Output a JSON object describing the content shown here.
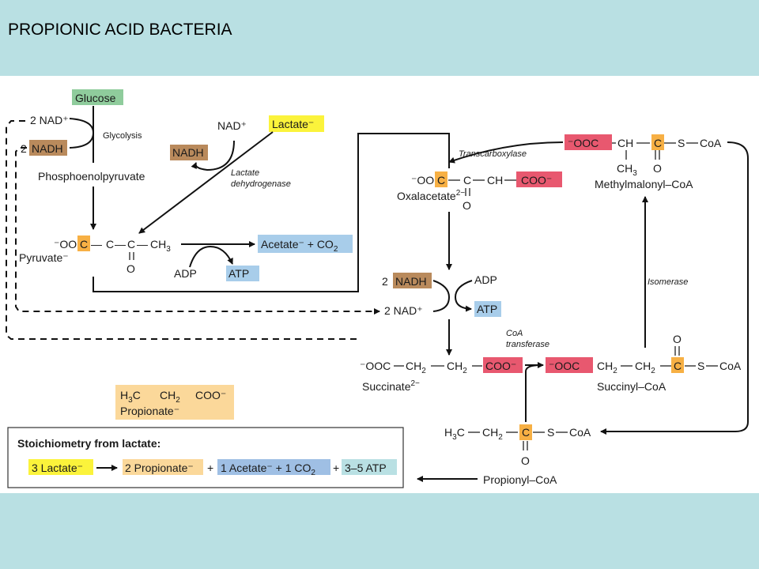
{
  "title": "PROPIONIC ACID BACTERIA",
  "glucose": "Glucose",
  "glycolysis": "Glycolysis",
  "nad_2": "2 NAD⁺",
  "nadh_2_num": "2",
  "nadh": "NADH",
  "pep": "Phosphoenolpyruvate",
  "nad_plus": "NAD⁺",
  "lactate": "Lactate⁻",
  "ldh_1": "Lactate",
  "ldh_2": "dehydrogenase",
  "pyruvate": {
    "ooc": "⁻OO",
    "c": "C",
    "dash1": "—",
    "c2": "C",
    "dash2": "—",
    "c3": "C",
    "dash3": "—",
    "ch3": "CH",
    "sub3": "3",
    "dbl": "||",
    "o": "O",
    "name": "Pyruvate⁻"
  },
  "acetate_co2": "Acetate⁻ + CO",
  "sub2": "2",
  "adp": "ADP",
  "atp": "ATP",
  "transcarboxylase": "Transcarboxylase",
  "oxalacetate": {
    "ooc": "⁻OO",
    "c": "C",
    "c2": "C",
    "ch": "CH",
    "coo": "COO⁻",
    "o": "O",
    "name": "Oxalacetate",
    "sup": "2−"
  },
  "methylmalonyl": {
    "ooc": "⁻OOC",
    "ch": "CH",
    "c": "C",
    "s": "S",
    "coa": "CoA",
    "ch3": "CH",
    "o": "O",
    "name": "Methylmalonyl–CoA"
  },
  "nadh_box": "2",
  "adp2": "ADP",
  "nad_2b": "2 NAD⁺",
  "atp2": "ATP",
  "isomerase": "Isomerase",
  "coa_trans_1": "CoA",
  "coa_trans_2": "transferase",
  "succinate": {
    "ooc": "⁻OOC",
    "ch2a": "CH",
    "ch2b": "CH",
    "coo": "COO⁻",
    "name": "Succinate",
    "sup": "2−"
  },
  "succinylcoa": {
    "ooc": "⁻OOC",
    "ch2a": "CH",
    "ch2b": "CH",
    "c": "C",
    "s": "S",
    "coa": "CoA",
    "o": "O",
    "name": "Succinyl–CoA"
  },
  "propionate": {
    "h3c": "H",
    "h3c_sub": "3",
    "h3c_c": "C",
    "ch2": "CH",
    "coo": "COO⁻",
    "name": "Propionate⁻"
  },
  "propionylcoa": {
    "h3c": "H",
    "ch2": "CH",
    "c": "C",
    "s": "S",
    "coa": "CoA",
    "o": "O",
    "name": "Propionyl–CoA"
  },
  "stoich": {
    "heading": "Stoichiometry from lactate:",
    "lactate": "3 Lactate⁻",
    "propionate": "2 Propionate⁻",
    "plus": "+",
    "acetate": "1 Acetate⁻ + 1 CO",
    "atp": "3–5 ATP"
  },
  "colors": {
    "green": "#8fcc9c",
    "brown": "#b98a5c",
    "yellow": "#fbf33b",
    "blue": "#a8cdea",
    "red": "#e8586f",
    "orange": "#f7b044",
    "peach": "#fbd89a",
    "stoich_blue": "#9fbfe4",
    "teal": "#b9e0e3"
  }
}
